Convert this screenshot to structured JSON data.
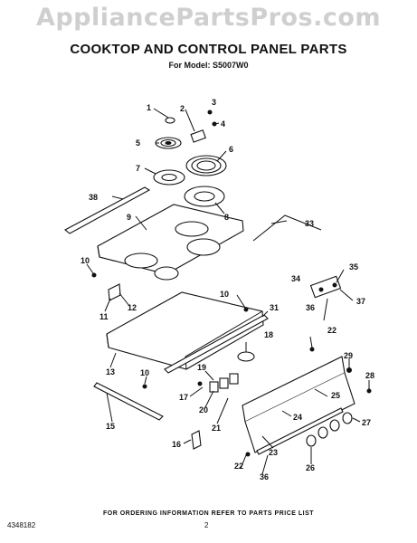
{
  "watermark": "AppliancePartsPros.com",
  "title": "COOKTOP AND CONTROL PANEL PARTS",
  "subtitle": "For Model: S5007W0",
  "callouts": [
    "1",
    "2",
    "3",
    "4",
    "5",
    "6",
    "7",
    "8",
    "9",
    "10",
    "10",
    "10",
    "11",
    "12",
    "13",
    "15",
    "16",
    "17",
    "18",
    "19",
    "20",
    "21",
    "22",
    "22",
    "23",
    "24",
    "25",
    "26",
    "27",
    "28",
    "29",
    "31",
    "33",
    "34",
    "35",
    "36",
    "36",
    "37",
    "38"
  ],
  "footer": {
    "note": "FOR ORDERING INFORMATION REFER TO PARTS PRICE LIST",
    "doc_number": "4348182",
    "page": "2"
  }
}
